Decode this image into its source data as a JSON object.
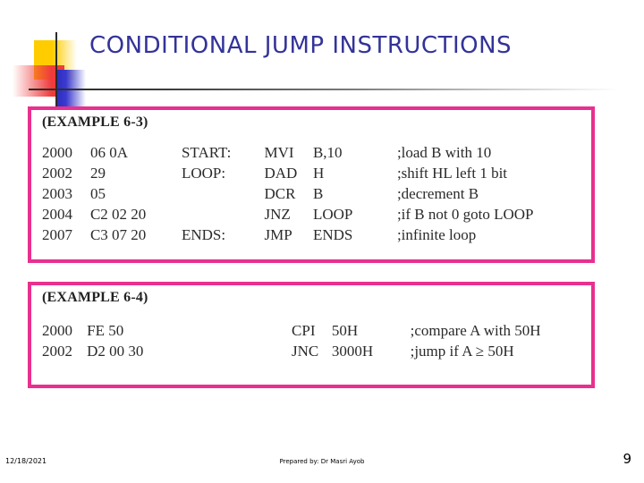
{
  "slide": {
    "title": "CONDITIONAL JUMP INSTRUCTIONS",
    "title_color": "#333399",
    "box_border_color": "#e8308f",
    "decoration": {
      "yellow": "#ffcc00",
      "red": "#ef3b3b",
      "blue": "#2b2bbb",
      "rule": "#2b2b2b"
    }
  },
  "examples": [
    {
      "heading": "(EXAMPLE 6-3)",
      "columns": [
        "address",
        "bytes",
        "label",
        "mnemonic",
        "operand",
        "comment"
      ],
      "rows": [
        {
          "address": "2000",
          "bytes": "06 0A",
          "label": "START:",
          "mnemonic": "MVI",
          "operand": "B,10",
          "comment": ";load B with 10"
        },
        {
          "address": "2002",
          "bytes": "29",
          "label": "LOOP:",
          "mnemonic": "DAD",
          "operand": "H",
          "comment": ";shift HL left 1 bit"
        },
        {
          "address": "2003",
          "bytes": "05",
          "label": "",
          "mnemonic": "DCR",
          "operand": "B",
          "comment": ";decrement B"
        },
        {
          "address": "2004",
          "bytes": "C2 02 20",
          "label": "",
          "mnemonic": "JNZ",
          "operand": "LOOP",
          "comment": ";if B not 0 goto LOOP"
        },
        {
          "address": "2007",
          "bytes": "C3 07 20",
          "label": "ENDS:",
          "mnemonic": "JMP",
          "operand": "ENDS",
          "comment": ";infinite loop"
        }
      ]
    },
    {
      "heading": "(EXAMPLE 6-4)",
      "columns": [
        "address",
        "bytes",
        "label",
        "mnemonic",
        "operand",
        "comment"
      ],
      "rows": [
        {
          "address": "2000",
          "bytes": "FE 50",
          "label": "",
          "mnemonic": "CPI",
          "operand": "50H",
          "comment": ";compare A with 50H"
        },
        {
          "address": "2002",
          "bytes": "D2 00 30",
          "label": "",
          "mnemonic": "JNC",
          "operand": "3000H",
          "comment": ";jump if A ≥ 50H"
        }
      ]
    }
  ],
  "footer": {
    "date": "12/18/2021",
    "prepared_by": "Prepared by: Dr Masri Ayob",
    "page_number": "9"
  }
}
